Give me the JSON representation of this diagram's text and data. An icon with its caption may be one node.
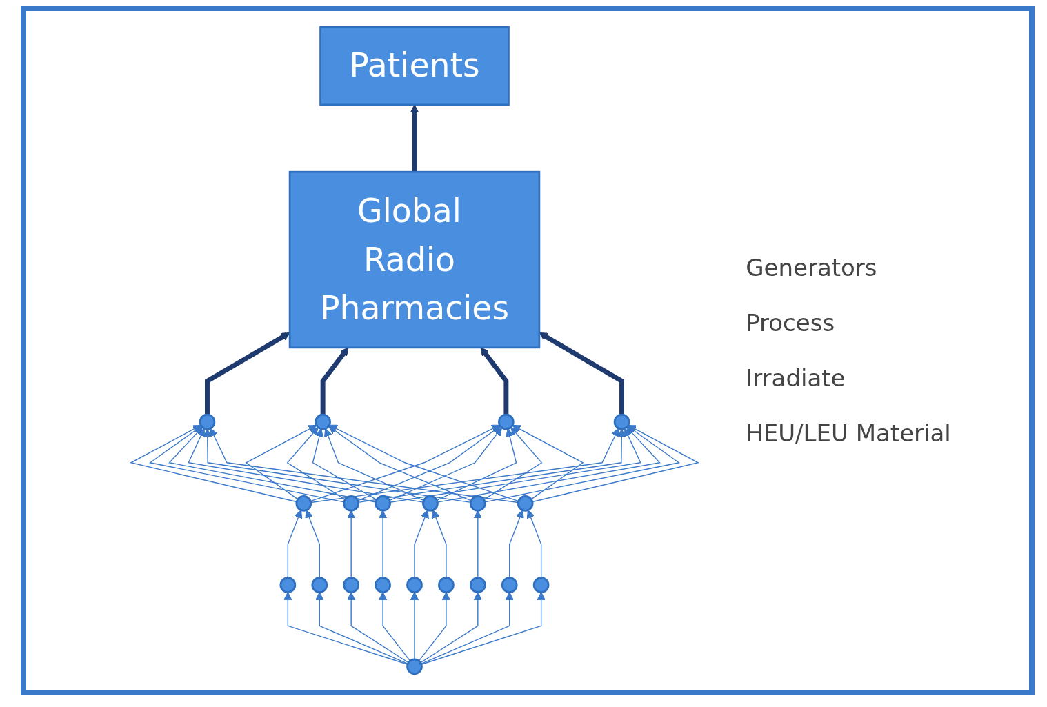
{
  "diagram": {
    "nodes": [
      {
        "text": [
          "Patients"
        ]
      },
      {
        "text": [
          "Global Radio Pharmacies"
        ]
      },
      {
        "text": [],
        "shape": "circle"
      },
      {
        "text": [],
        "shape": "circle"
      },
      {
        "text": [],
        "shape": "circle"
      },
      {
        "text": [],
        "shape": "circle"
      },
      {
        "text": [],
        "shape": "circle"
      },
      {
        "text": [],
        "shape": "circle"
      },
      {
        "text": [],
        "shape": "circle"
      },
      {
        "text": [],
        "shape": "circle"
      },
      {
        "text": [],
        "shape": "circle"
      },
      {
        "text": [],
        "shape": "circle"
      },
      {
        "text": [],
        "shape": "circle"
      },
      {
        "text": [],
        "shape": "circle"
      },
      {
        "text": [],
        "shape": "circle"
      },
      {
        "text": [],
        "shape": "circle"
      },
      {
        "text": [],
        "shape": "circle"
      },
      {
        "text": [],
        "shape": "circle"
      },
      {
        "text": [],
        "shape": "circle"
      },
      {
        "text": [],
        "shape": "circle"
      },
      {
        "text": [],
        "shape": "circle"
      },
      {
        "text": [],
        "shape": "circle"
      }
    ],
    "edges": [
      {
        "from": 1,
        "to": 0,
        "arrow": "to",
        "style": "thick",
        "color": "#1f3a6e"
      },
      {
        "from": 2,
        "to": 1,
        "arrow": "to",
        "style": "thick",
        "color": "#1f3a6e"
      },
      {
        "from": 3,
        "to": 1,
        "arrow": "to",
        "style": "thick",
        "color": "#1f3a6e"
      },
      {
        "from": 4,
        "to": 1,
        "arrow": "to",
        "style": "thick",
        "color": "#1f3a6e"
      },
      {
        "from": 5,
        "to": 1,
        "arrow": "to",
        "style": "thick",
        "color": "#1f3a6e"
      },
      {
        "from": 6,
        "to": 2,
        "arrow": "to"
      },
      {
        "from": 6,
        "to": 3,
        "arrow": "to"
      },
      {
        "from": 6,
        "to": 4,
        "arrow": "to"
      },
      {
        "from": 6,
        "to": 5,
        "arrow": "to"
      },
      {
        "from": 7,
        "to": 2,
        "arrow": "to"
      },
      {
        "from": 7,
        "to": 3,
        "arrow": "to"
      },
      {
        "from": 7,
        "to": 4,
        "arrow": "to"
      },
      {
        "from": 7,
        "to": 5,
        "arrow": "to"
      },
      {
        "from": 8,
        "to": 2,
        "arrow": "to"
      },
      {
        "from": 8,
        "to": 3,
        "arrow": "to"
      },
      {
        "from": 8,
        "to": 4,
        "arrow": "to"
      },
      {
        "from": 8,
        "to": 5,
        "arrow": "to"
      },
      {
        "from": 9,
        "to": 2,
        "arrow": "to"
      },
      {
        "from": 9,
        "to": 3,
        "arrow": "to"
      },
      {
        "from": 9,
        "to": 4,
        "arrow": "to"
      },
      {
        "from": 9,
        "to": 5,
        "arrow": "to"
      },
      {
        "from": 10,
        "to": 2,
        "arrow": "to"
      },
      {
        "from": 10,
        "to": 3,
        "arrow": "to"
      },
      {
        "from": 10,
        "to": 4,
        "arrow": "to"
      },
      {
        "from": 10,
        "to": 5,
        "arrow": "to"
      },
      {
        "from": 11,
        "to": 2,
        "arrow": "to"
      },
      {
        "from": 11,
        "to": 3,
        "arrow": "to"
      },
      {
        "from": 11,
        "to": 4,
        "arrow": "to"
      },
      {
        "from": 11,
        "to": 5,
        "arrow": "to"
      },
      {
        "from": 12,
        "to": 6,
        "arrow": "to"
      },
      {
        "from": 13,
        "to": 6,
        "arrow": "to"
      },
      {
        "from": 14,
        "to": 7,
        "arrow": "to"
      },
      {
        "from": 15,
        "to": 8,
        "arrow": "to"
      },
      {
        "from": 16,
        "to": 9,
        "arrow": "to"
      },
      {
        "from": 17,
        "to": 9,
        "arrow": "to"
      },
      {
        "from": 18,
        "to": 10,
        "arrow": "to"
      },
      {
        "from": 19,
        "to": 11,
        "arrow": "to"
      },
      {
        "from": 20,
        "to": 11,
        "arrow": "to"
      },
      {
        "from": 21,
        "to": 12,
        "arrow": "to"
      },
      {
        "from": 21,
        "to": 13,
        "arrow": "to"
      },
      {
        "from": 21,
        "to": 14,
        "arrow": "to"
      },
      {
        "from": 21,
        "to": 15,
        "arrow": "to"
      },
      {
        "from": 21,
        "to": 16,
        "arrow": "to"
      },
      {
        "from": 21,
        "to": 17,
        "arrow": "to"
      },
      {
        "from": 21,
        "to": 18,
        "arrow": "to"
      },
      {
        "from": 21,
        "to": 19,
        "arrow": "to"
      },
      {
        "from": 21,
        "to": 20,
        "arrow": "to"
      }
    ],
    "labels": [
      "Generators",
      "Process",
      "Irradiate",
      "HEU/LEU Material"
    ]
  }
}
